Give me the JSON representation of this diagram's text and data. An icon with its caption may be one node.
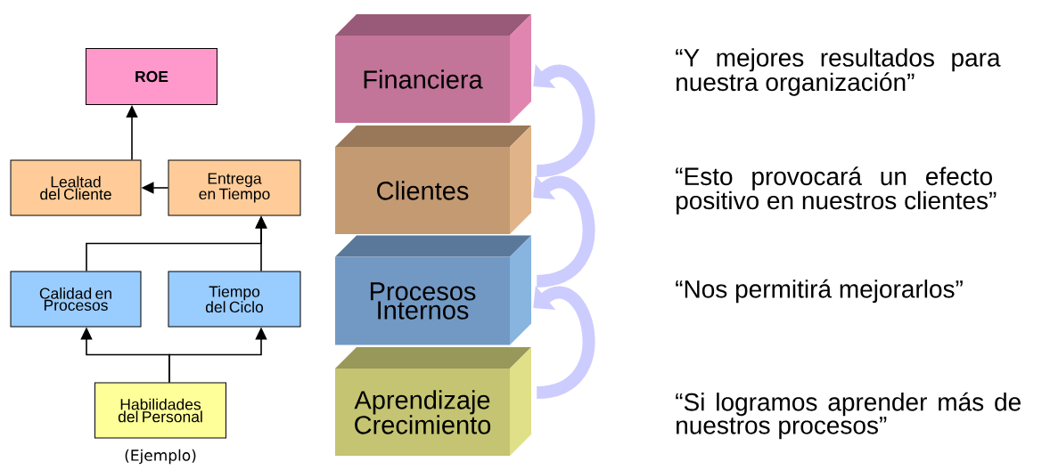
{
  "diagram": {
    "nodes": [
      {
        "text": [
          "ROE"
        ]
      },
      {
        "text": [
          "Lealtad del Cliente"
        ]
      },
      {
        "text": [
          "Entrega en Tiempo"
        ]
      },
      {
        "text": [
          "Calidad en Procesos"
        ]
      },
      {
        "text": [
          "Tiempo del Ciclo"
        ]
      },
      {
        "text": [
          "Habilidades del Personal"
        ],
        "beside": [
          "(Ejemplo)"
        ]
      },
      {
        "text": [
          "Financiera"
        ]
      },
      {
        "text": [
          "Clientes"
        ]
      },
      {
        "text": [
          "Procesos Internos"
        ]
      },
      {
        "text": [
          "Aprendizaje Crecimiento"
        ]
      }
    ],
    "edges": [
      {
        "from": 1,
        "to": 0,
        "arrow": "to"
      },
      {
        "from": 2,
        "to": 1,
        "arrow": "to"
      },
      {
        "from": 3,
        "to": 2,
        "arrow": "to"
      },
      {
        "from": 4,
        "to": 2,
        "arrow": "to"
      },
      {
        "from": 5,
        "to": 3,
        "arrow": "to"
      },
      {
        "from": 5,
        "to": 4,
        "arrow": "to"
      },
      {
        "from": 9,
        "to": 8,
        "arrow": "to",
        "style": "thick",
        "color": "#ccccff"
      },
      {
        "from": 8,
        "to": 7,
        "arrow": "to",
        "style": "thick",
        "color": "#ccccff"
      },
      {
        "from": 7,
        "to": 6,
        "arrow": "to",
        "style": "thick",
        "color": "#ccccff"
      }
    ],
    "labels": [
      "“Y mejores resultados para nuestra organización”",
      "“Esto provocará un efecto positivo en nuestros clientes”",
      "“Nos permitirá mejorarlos”",
      "“Si logramos aprender más de nuestros procesos”"
    ]
  }
}
